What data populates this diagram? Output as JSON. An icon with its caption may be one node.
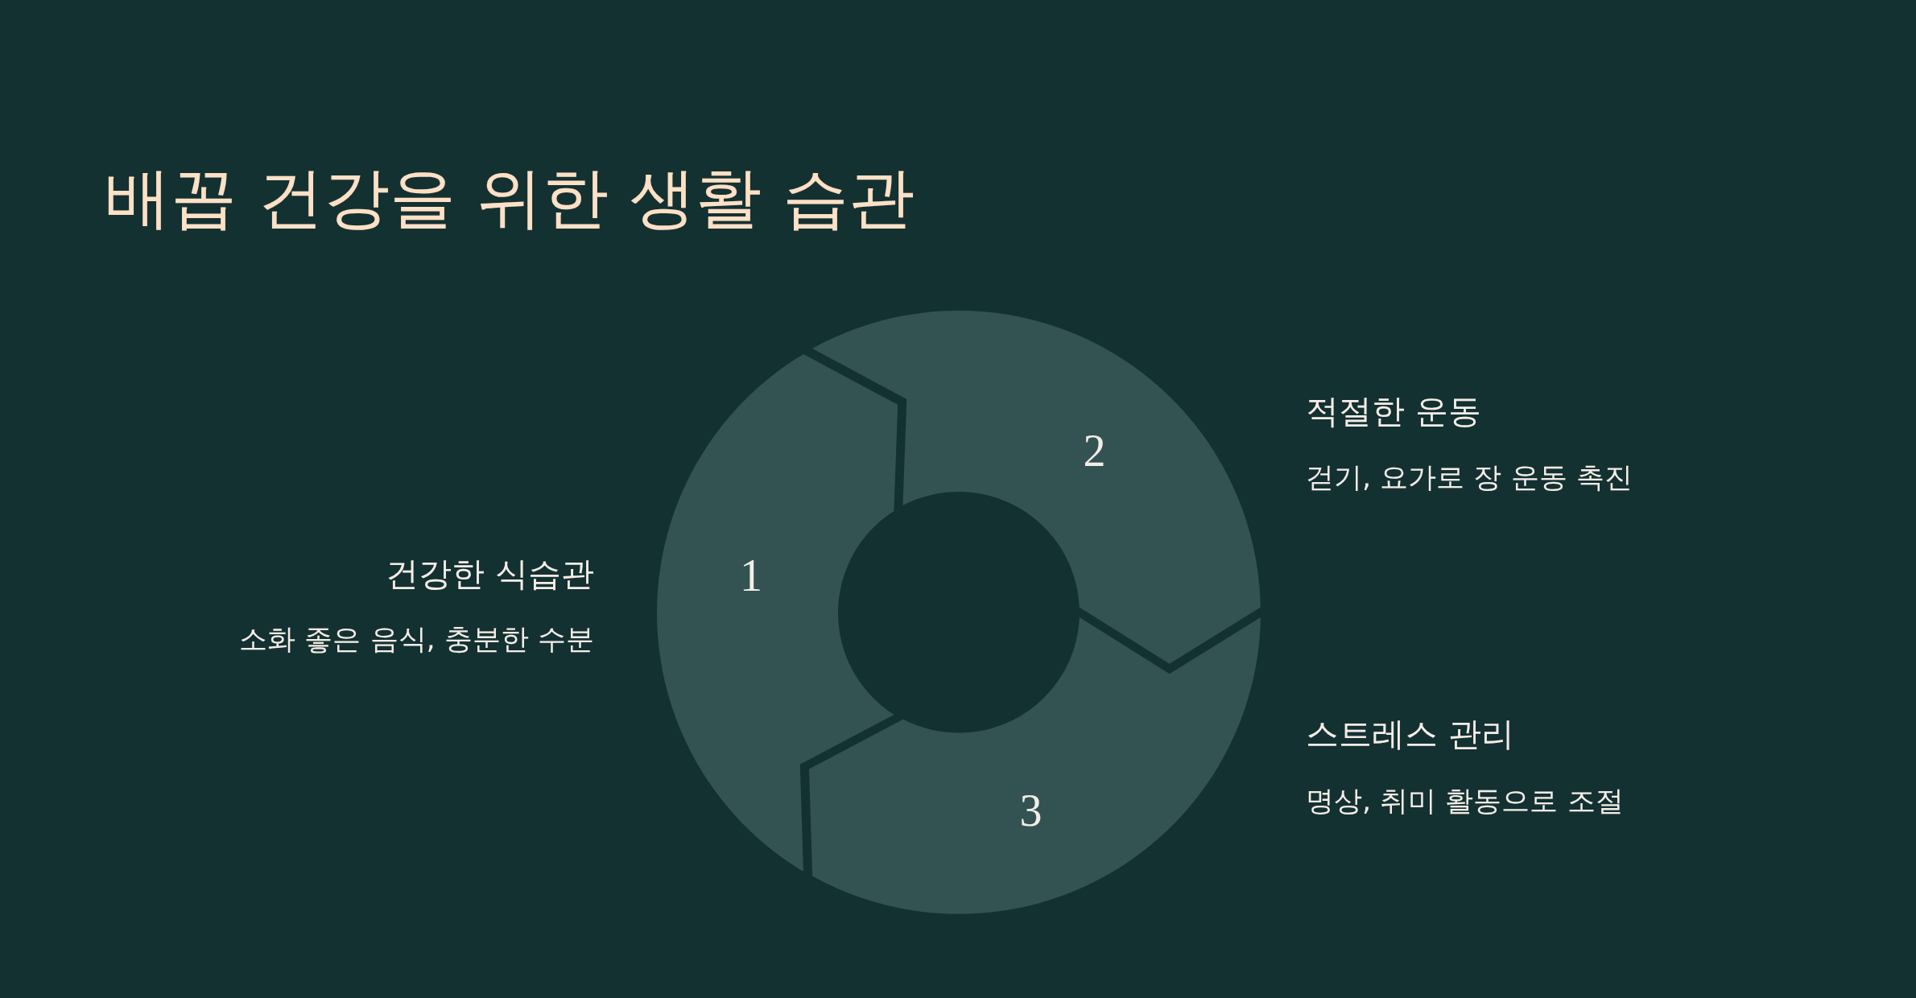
{
  "diagram": {
    "title": "배꼽 건강을 위한 생활 습관",
    "nodes": [
      {
        "text": [
          "1"
        ],
        "beside": [
          "건강한 식습관",
          "소화 좋은 음식, 충분한 수분"
        ]
      },
      {
        "text": [
          "2"
        ],
        "beside": [
          "적절한 운동",
          "걷기, 요가로 장 운동 촉진"
        ]
      },
      {
        "text": [
          "3"
        ],
        "beside": [
          "스트레스 관리",
          "명상, 취미 활동으로 조절"
        ]
      }
    ]
  }
}
